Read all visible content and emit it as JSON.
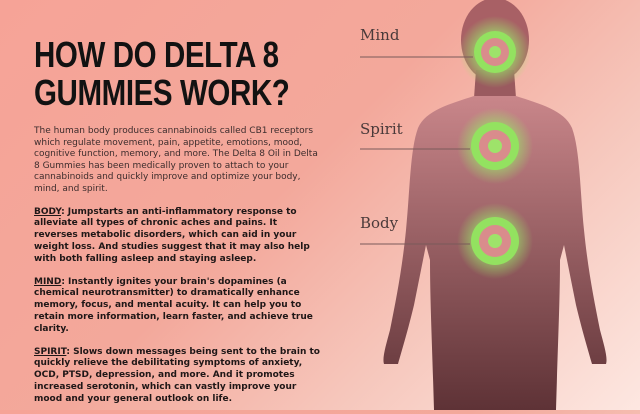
{
  "title_line1": "HOW DO DELTA 8",
  "title_line2": "GUMMIES WORK?",
  "intro": "The human body produces cannabinoids called CB1 receptors which regulate movement, pain, appetite, emotions, mood, cognitive function, memory, and more. The Delta 8 Oil in Delta 8 Gummies has been medically proven to attach to your cannabinoids and quickly improve and optimize your body, mind, and spirit.",
  "sections": [
    {
      "key": "BODY",
      "text": ": Jumpstarts an anti-inflammatory response to alleviate all types of chronic aches and pains. It reverses metabolic disorders, which can aid in your weight loss. And studies suggest that it may also help with both falling asleep and staying asleep."
    },
    {
      "key": "MIND",
      "text": ": Instantly ignites your brain's dopamines (a chemical neurotransmitter) to dramatically enhance memory, focus, and mental acuity. It can help you to retain more information, learn faster, and achieve true clarity."
    },
    {
      "key": "SPIRIT",
      "text": ": Slows down messages being sent to the brain to quickly relieve the debilitating symptoms of anxiety, OCD, PTSD, depression, and more. And it promotes increased serotonin, which can vastly improve your mood and your general outlook on life."
    }
  ],
  "labels": {
    "mind": "Mind",
    "spirit": "Spirit",
    "body": "Body"
  },
  "colors": {
    "silhouette": "#7a4448",
    "glow": "#8fe05a",
    "core": "#c97b7b"
  }
}
